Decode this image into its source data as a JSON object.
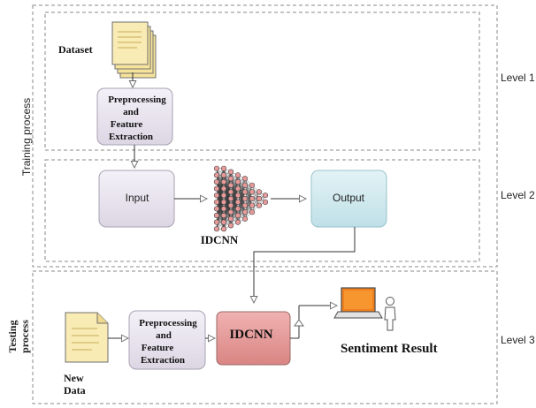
{
  "colors": {
    "dash": "#8a8a8a",
    "node_fill_light": "#ece8f2",
    "node_fill_output": "#d6edf1",
    "idcnn_box": "#e8a4a3",
    "connector": "#333333",
    "open_arrow": "#6a6a6a",
    "laptop": "#f0801e",
    "doc_yellow": "#f7e39a"
  },
  "levels": {
    "level1": "Level 1",
    "level2": "Level 2",
    "level3": "Level 3"
  },
  "process_labels": {
    "training": "Training process",
    "testing_line1": "Testing",
    "testing_line2": "process"
  },
  "training": {
    "dataset_label": "Dataset",
    "preprocessing_line1": "Preprocessing",
    "preprocessing_line2": "and",
    "preprocessing_line3": "Feature",
    "preprocessing_line4": "Extraction",
    "input_label": "Input",
    "output_label": "Output",
    "idcnn_label": "IDCNN",
    "dataset_icon": "document-stack-icon",
    "network_icon": "neural-network-icon"
  },
  "testing": {
    "new_data_line1": "New",
    "new_data_line2": "Data",
    "preprocessing_line1": "Preprocessing",
    "preprocessing_line2": "and",
    "preprocessing_line3": "Feature",
    "preprocessing_line4": "Extraction",
    "idcnn_label": "IDCNN",
    "result_label": "Sentiment Result",
    "new_data_icon": "document-icon",
    "laptop_icon": "laptop-icon",
    "user_icon": "user-icon"
  }
}
